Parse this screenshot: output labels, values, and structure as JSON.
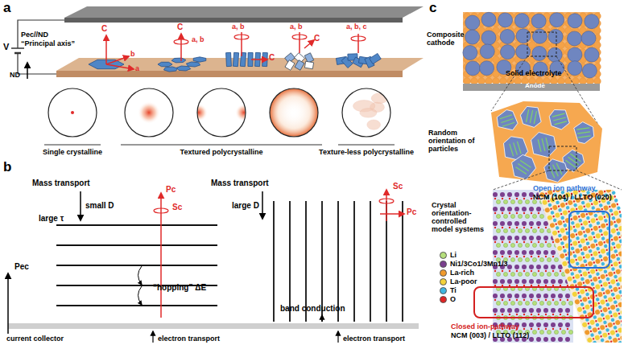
{
  "diagram": {
    "nodes": [
      {
        "text": [
          "Open ion pathway",
          "NCM (104) / LLTO (020)"
        ]
      },
      {
        "text": [
          "Closed ion-pathway",
          "NCM (003) / LLTO (112)"
        ]
      }
    ],
    "labels": [
      "a",
      "V",
      "Pec//ND",
      "“Principal axis”",
      "ND",
      "C",
      "a",
      "b",
      "C",
      "a, b",
      "a, b",
      "C",
      "a, b",
      "C",
      "a, b, c",
      "Single crystalline",
      "Textured polycrystalline",
      "Texture-less polycrystalline",
      "b",
      "Mass transport",
      "small D",
      "large τ",
      "Pc",
      "Sc",
      "“hopping” ΔE",
      "Mass transport",
      "large D",
      "Sc",
      "Pc",
      "band conduction",
      "Pec",
      "current collector",
      "electron transport",
      "electron transport",
      "c",
      "Composite cathode",
      "Solid electrolyte",
      "Anode",
      "Random orientation of particles",
      "Crystal orientation-controlled model systems"
    ],
    "legend": [
      {
        "text": "Li",
        "color": "#b6e07c"
      },
      {
        "text": "Ni1/3Co1/3Mn1/3",
        "color": "#7b3f8e"
      },
      {
        "text": "La-rich",
        "color": "#f09a2c"
      },
      {
        "text": "La-poor",
        "color": "#f3d23a"
      },
      {
        "text": "Ti",
        "color": "#3fb6e0"
      },
      {
        "text": "O",
        "color": "#e02424"
      }
    ]
  }
}
